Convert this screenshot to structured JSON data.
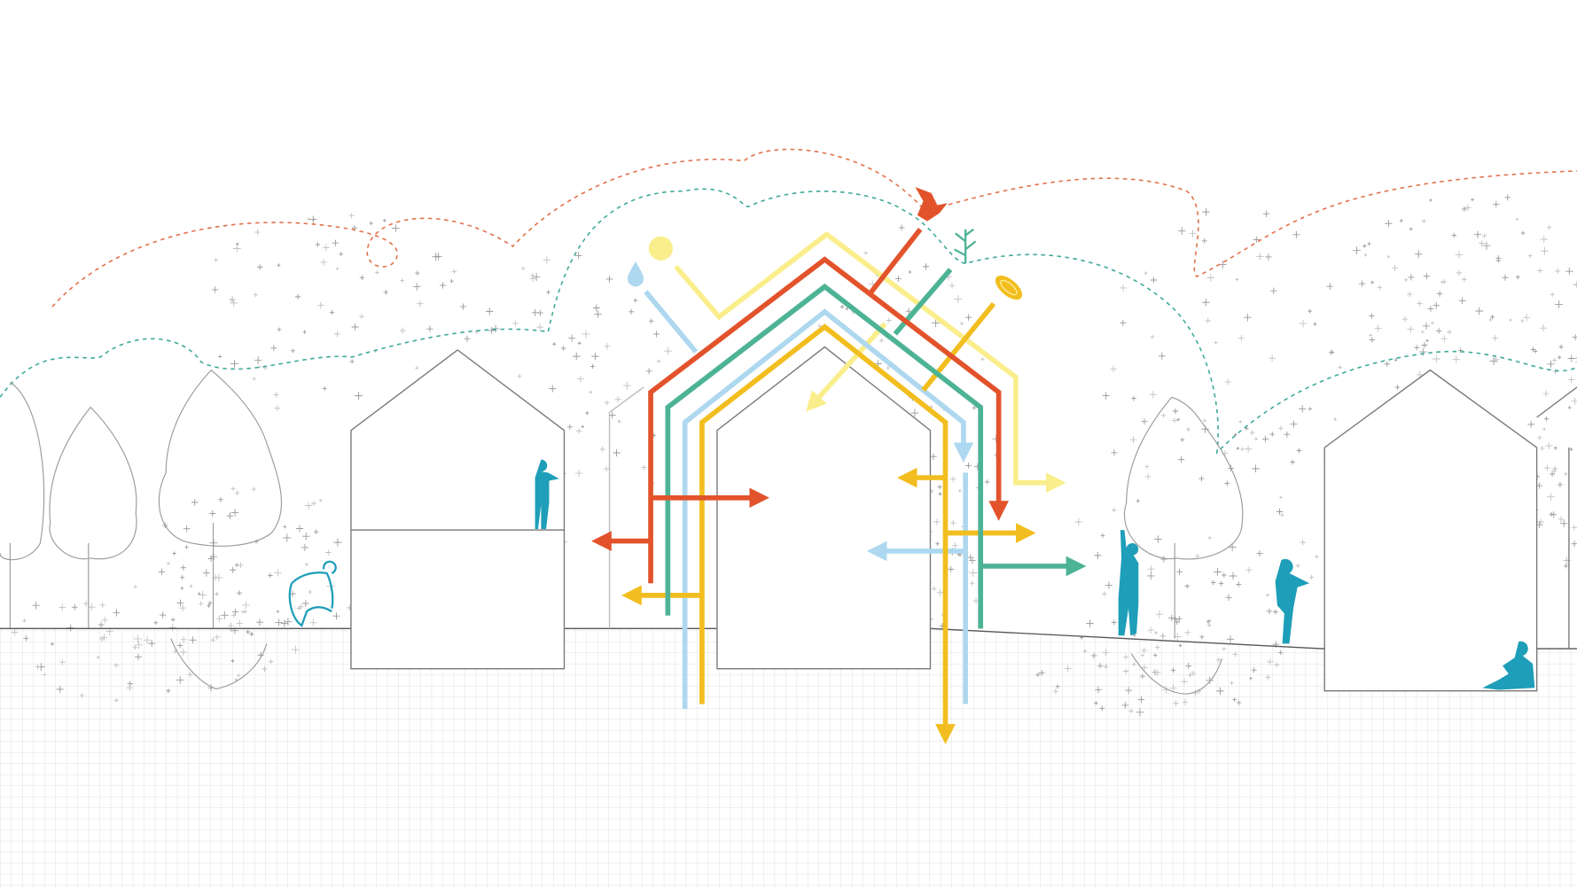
{
  "colors": {
    "background": "#ffffff",
    "outline": "#8a8a8a",
    "grid": "#d6d6d6",
    "speckle": "#9a9a9a",
    "red_flow": "#E2532B",
    "green_flow": "#4DB395",
    "blue_flow": "#AED8EF",
    "gold_flow": "#F2BE1F",
    "pale_yellow_flow": "#FAEE8C",
    "dashed_red": "#E2714A",
    "dashed_teal": "#3FA99A",
    "people": "#1E9EB8"
  },
  "icons": [
    "bird-icon",
    "plant-icon",
    "pollen-icon",
    "sun-icon",
    "water-drop-icon"
  ],
  "elements": {
    "houses": [
      "house-left",
      "house-center",
      "house-right",
      "house-far-right-partial"
    ],
    "flows": [
      "red-flow",
      "green-flow",
      "blue-flow",
      "gold-flow",
      "pale-yellow-flow"
    ],
    "people": [
      "person-crouching",
      "person-standing-upper-floor",
      "person-reaching-up",
      "person-walking",
      "person-sitting-reading"
    ]
  }
}
